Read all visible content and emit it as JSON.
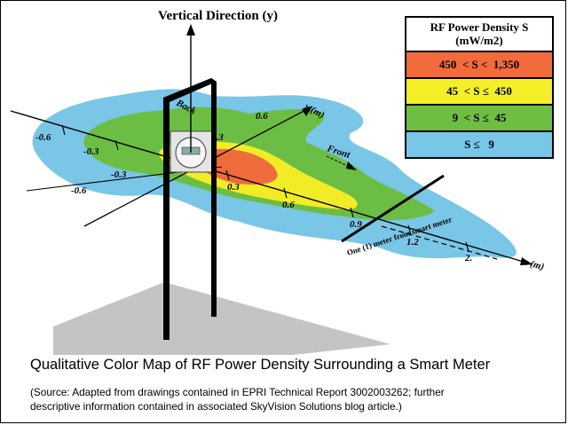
{
  "diagram": {
    "vertical_axis_label": "Vertical Direction (y)",
    "x_axis_label": "x (m)",
    "z_axis_label": "z (m)",
    "back_label": "Back",
    "front_label": "Front",
    "one_meter_label": "One (1) meter from smart meter",
    "x_ticks": [
      "0.6",
      "0.3",
      "-0.3",
      "-0.6"
    ],
    "z_ticks": [
      "0.3",
      "0.6",
      "0.9",
      "1.2",
      "2."
    ],
    "rear_ticks": [
      "-0.6",
      "-0.3"
    ]
  },
  "legend": {
    "title_line1": "RF Power Density S",
    "title_line2": "(mW/m2)",
    "rows": [
      {
        "label": "450  < S <  1,350",
        "color": "#f26b3a"
      },
      {
        "label": "45  < S ≤  450",
        "color": "#f4ef27"
      },
      {
        "label": "9  < S ≤  45",
        "color": "#6fbe44"
      },
      {
        "label": "S ≤   9",
        "color": "#78c7e8"
      }
    ]
  },
  "caption": "Qualitative Color Map of RF Power Density Surrounding a Smart Meter",
  "source_line1": "(Source:  Adapted from drawings contained in EPRI Technical Report 3002003262; further",
  "source_line2": "descriptive information contained in associated SkyVision Solutions blog article.)"
}
